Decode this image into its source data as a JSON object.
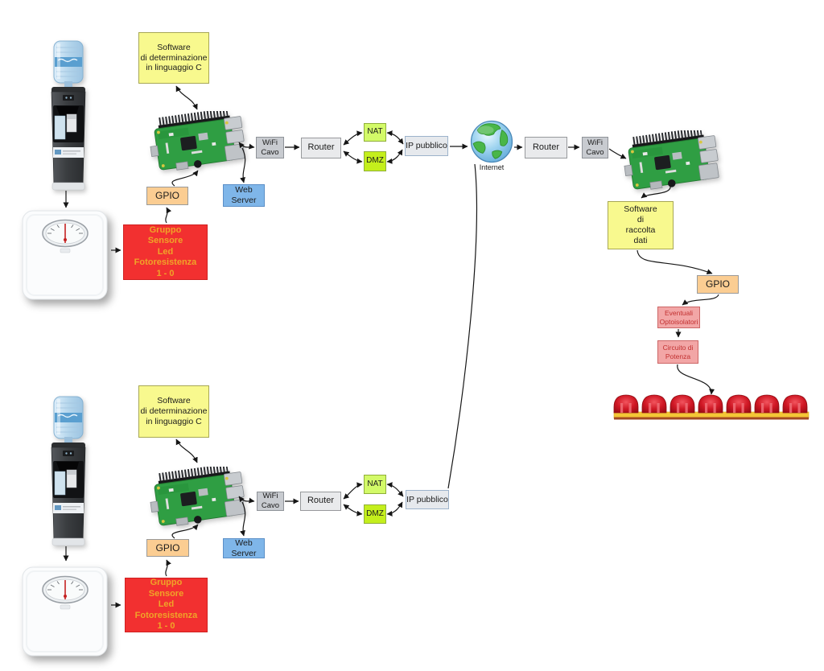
{
  "labels": {
    "software_determinazione": "Software\ndi determinazione\nin linguaggio C",
    "software_raccolta": "Software\ndi\nraccolta\ndati",
    "gpio": "GPIO",
    "gruppo_sensore": "Gruppo\nSensore\nLed\nFotoresistenza\n1 - 0",
    "web_server": "Web Server",
    "wifi_cavo": "WiFi\nCavo",
    "router": "Router",
    "nat": "NAT",
    "dmz": "DMZ",
    "ip_pubblico": "IP pubblico",
    "internet": "Internet",
    "eventuali_optoisolatori": "Eventuali\nOptoisolatori",
    "circuito_potenza": "Circuito di\nPotenza"
  },
  "images": {
    "water_cooler": "water-cooler-photo",
    "bathroom_scale": "bathroom-scale-photo",
    "raspberry_pi": "raspberry-pi-board-photo",
    "internet_globe": "earth-globe-icon",
    "led_strip": "red-led-strip-graphic"
  },
  "colors": {
    "software_box_bg": "#f8f98e",
    "software_box_border": "#a8a855",
    "gpio_bg": "#fbcd92",
    "gpio_border": "#9a9a9a",
    "sensor_bg": "#f23030",
    "sensor_border": "#d02020",
    "sensor_text": "#f0a428",
    "webserver_bg": "#7fb6e9",
    "webserver_border": "#5b8fc7",
    "wifi_bg": "#c8cbd0",
    "wifi_border": "#8f9399",
    "router_bg": "#e9eaec",
    "router_border": "#97999c",
    "nat_bg": "#d3fa68",
    "dmz_bg": "#c4ef1c",
    "natdmz_border": "#8fae39",
    "ip_bg": "#e6e9ed",
    "ip_border": "#9db3cb",
    "pink_bg": "#f2a6a6",
    "pink_border": "#cc6666",
    "pink_text": "#c23030",
    "led_red": "#8e0e14",
    "strip_gold": "#f4c636",
    "connector": "#161616"
  }
}
